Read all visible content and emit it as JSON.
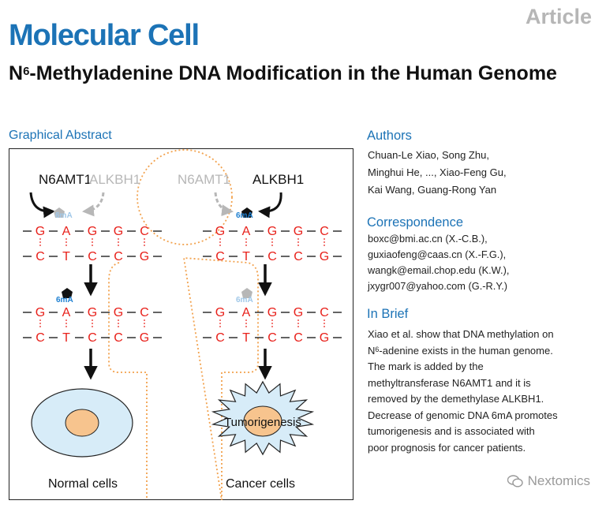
{
  "header": {
    "article_label": "Article",
    "journal": "Molecular Cell",
    "title_pre": "N",
    "title_sup": "6",
    "title_post": "-Methyladenine DNA Modification in the Human Genome"
  },
  "graphical_abstract": {
    "heading": "Graphical Abstract",
    "enzymes": {
      "left_active": "N6AMT1",
      "left_faded": "ALKBH1",
      "right_faded": "N6AMT1",
      "right_active": "ALKBH1"
    },
    "mark_label": "6mA",
    "top_strand": [
      "G",
      "A",
      "G",
      "G",
      "C"
    ],
    "bottom_strand": [
      "C",
      "T",
      "C",
      "C",
      "G"
    ],
    "cell_labels": {
      "normal": "Normal cells",
      "cancer": "Cancer cells",
      "tumor": "Tumorigenesis"
    },
    "colors": {
      "base": "#e8211b",
      "mark": "#1c7fd1",
      "arrow": "#111111",
      "faded": "#b7b7b7",
      "cell_fill": "#d7ecf8",
      "nucleus": "#f7c48e",
      "silhouette": "#f2a24e"
    }
  },
  "authors": {
    "heading": "Authors",
    "lines": [
      "Chuan-Le Xiao, Song Zhu,",
      "Minghui He, ..., Xiao-Feng Gu,",
      "Kai Wang, Guang-Rong Yan"
    ]
  },
  "correspondence": {
    "heading": "Correspondence",
    "lines": [
      "boxc@bmi.ac.cn (X.-C.B.),",
      "guxiaofeng@caas.cn (X.-F.G.),",
      "wangk@email.chop.edu (K.W.),",
      "jxygr007@yahoo.com (G.-R.Y.)"
    ]
  },
  "in_brief": {
    "heading": "In Brief",
    "line1": "Xiao et al. show that DNA methylation on",
    "line2_pre": "N",
    "line2_sup": "6",
    "line2_post": "-adenine exists in the human genome.",
    "rest": [
      "The mark is added by the",
      "methyltransferase N6AMT1 and it is",
      "removed by the demethylase ALKBH1.",
      "Decrease of genomic DNA 6mA promotes",
      "tumorigenesis and is associated with",
      "poor prognosis for cancer patients."
    ]
  },
  "watermark": {
    "text": "Nextomics",
    "icon": "wechat-icon"
  }
}
